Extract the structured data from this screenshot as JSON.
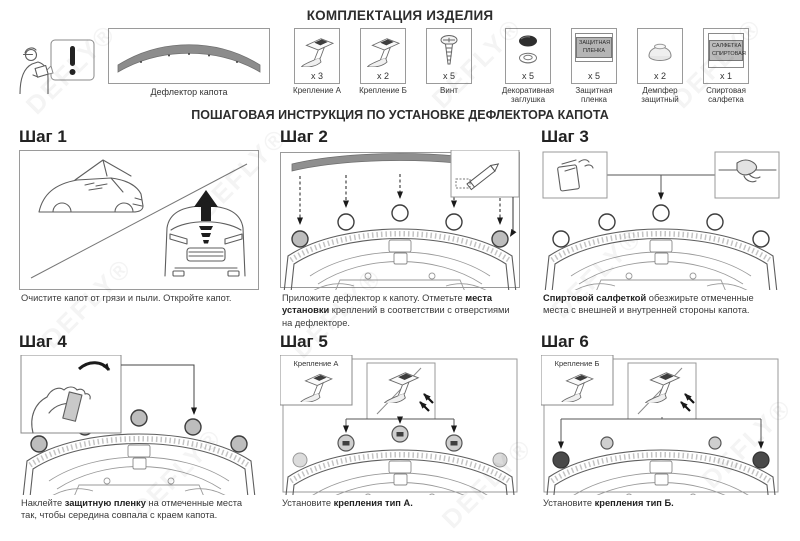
{
  "page": {
    "title": "КОМПЛЕКТАЦИЯ ИЗДЕЛИЯ",
    "subtitle": "ПОШАГОВАЯ ИНСТРУКЦИЯ ПО УСТАНОВКЕ ДЕФЛЕКТОРА КАПОТА",
    "watermark_text": "DEFLY®"
  },
  "kit": {
    "deflector_label": "Дефлектор капота",
    "notice_icon": "read-manual-warning-icon",
    "parts": [
      {
        "label": "Крепление А",
        "qty": "x 3",
        "icon": "bracket-a-icon"
      },
      {
        "label": "Крепление Б",
        "qty": "x 2",
        "icon": "bracket-b-icon"
      },
      {
        "label": "Винт",
        "qty": "x 5",
        "icon": "screw-icon"
      },
      {
        "label": "Декоративная заглушка",
        "qty": "x 5",
        "icon": "plug-icon"
      },
      {
        "label": "Защитная пленка",
        "qty": "x 5",
        "icon": "film-icon",
        "inner_line1": "ЗАЩИТНАЯ",
        "inner_line2": "ПЛЕНКА"
      },
      {
        "label": "Демпфер защитный",
        "qty": "x 2",
        "icon": "damper-icon"
      },
      {
        "label": "Спиртовая салфетка",
        "qty": "x 1",
        "icon": "wipe-icon",
        "inner_line1": "САЛФЕТКА",
        "inner_line2": "СПИРТОВАЯ"
      }
    ]
  },
  "steps": [
    {
      "heading": "Шаг 1",
      "caption": [
        {
          "text": "Очистите капот от грязи и пыли. Откройте капот.",
          "bold": false
        }
      ]
    },
    {
      "heading": "Шаг 2",
      "caption": [
        {
          "text": "Приложите дефлектор к капоту. Отметьте ",
          "bold": false
        },
        {
          "text": "места установки",
          "bold": true
        },
        {
          "text": " креплений в соответствии с отверстиями на дефлекторе.",
          "bold": false
        }
      ]
    },
    {
      "heading": "Шаг 3",
      "caption": [
        {
          "text": "Спиртовой салфеткой",
          "bold": true
        },
        {
          "text": " обезжирьте отмеченные места с внешней и внутренней стороны капота.",
          "bold": false
        }
      ]
    },
    {
      "heading": "Шаг 4",
      "caption": [
        {
          "text": "Наклейте ",
          "bold": false
        },
        {
          "text": "защитную пленку",
          "bold": true
        },
        {
          "text": " на отмеченные места так, чтобы середина совпала с краем капота.",
          "bold": false
        }
      ]
    },
    {
      "heading": "Шаг 5",
      "inset_label": "Крепление  А",
      "caption": [
        {
          "text": "Установите ",
          "bold": false
        },
        {
          "text": "крепления тип А.",
          "bold": true
        }
      ]
    },
    {
      "heading": "Шаг 6",
      "inset_label": "Крепление  Б",
      "caption": [
        {
          "text": "Установите ",
          "bold": false
        },
        {
          "text": "крепления тип Б.",
          "bold": true
        }
      ]
    }
  ]
}
